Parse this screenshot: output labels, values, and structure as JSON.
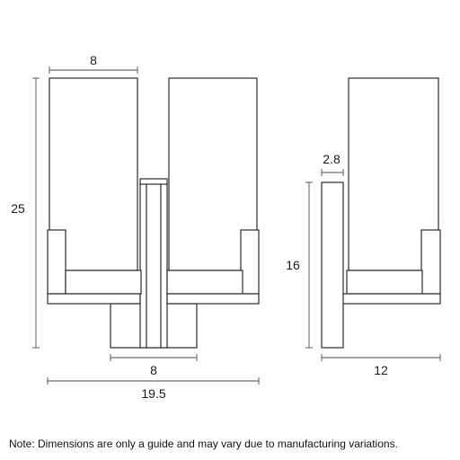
{
  "dimensions": {
    "shade_width": "8",
    "total_height": "25",
    "backplate_width": "8",
    "total_width": "19.5",
    "arm_thickness": "2.8",
    "backplate_height": "16",
    "projection": "12"
  },
  "note": "Note: Dimensions are only a guide and may vary due to manufacturing variations."
}
